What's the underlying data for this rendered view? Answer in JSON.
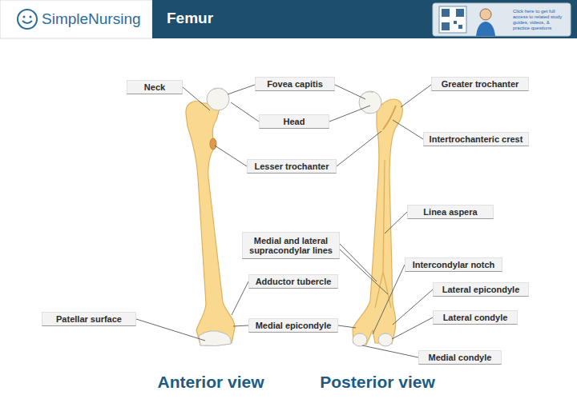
{
  "diagram": {
    "title": "Femur",
    "labels": [
      "SimpleNursing",
      "Click here to get full access to related study guides, videos, & practice questions",
      "Neck",
      "Fovea capitis",
      "Greater trochanter",
      "Head",
      "Intertrochanteric crest",
      "Lesser trochanter",
      "Linea aspera",
      "Medial and lateral supracondylar lines",
      "Intercondylar notch",
      "Adductor tubercle",
      "Lateral epicondyle",
      "Lateral condyle",
      "Patellar surface",
      "Medial epicondyle",
      "Medial condyle",
      "Anterior view",
      "Posterior view"
    ]
  }
}
